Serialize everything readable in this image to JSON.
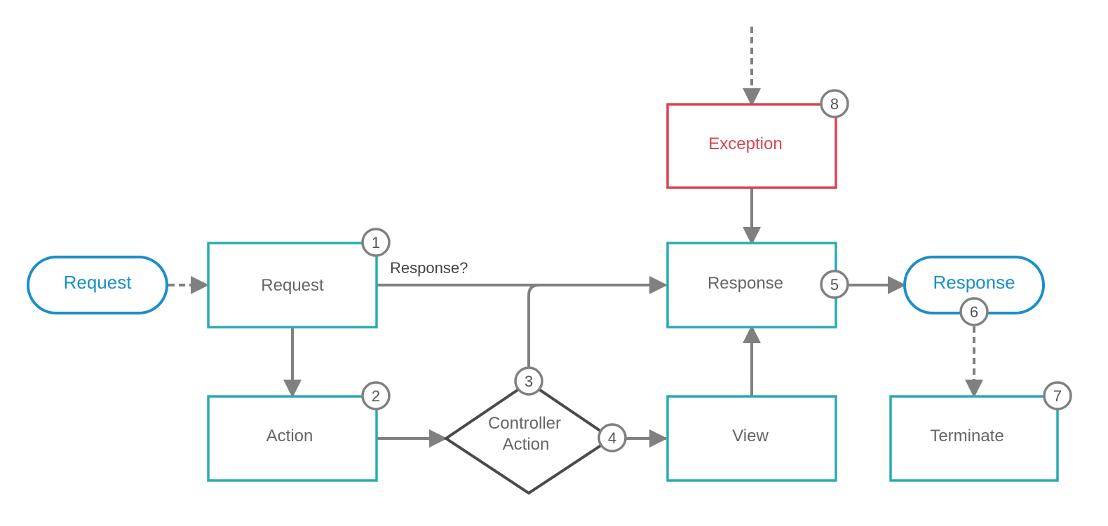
{
  "colors": {
    "process_border": "#2aabb0",
    "terminal_border": "#1a8fc9",
    "terminal_text": "#1a8fc9",
    "exception_border": "#d94452",
    "exception_text": "#d94452",
    "connector": "#808080",
    "decision_border": "#4a4a4a",
    "text": "#666666"
  },
  "nodes": {
    "request_start": "Request",
    "request_box": "Request",
    "action_box": "Action",
    "controller_action_line1": "Controller",
    "controller_action_line2": "Action",
    "view_box": "View",
    "response_box": "Response",
    "exception_box": "Exception",
    "response_end": "Response",
    "terminate_box": "Terminate"
  },
  "edge_labels": {
    "request_to_response": "Response?"
  },
  "badges": [
    "1",
    "2",
    "3",
    "4",
    "5",
    "6",
    "7",
    "8"
  ]
}
